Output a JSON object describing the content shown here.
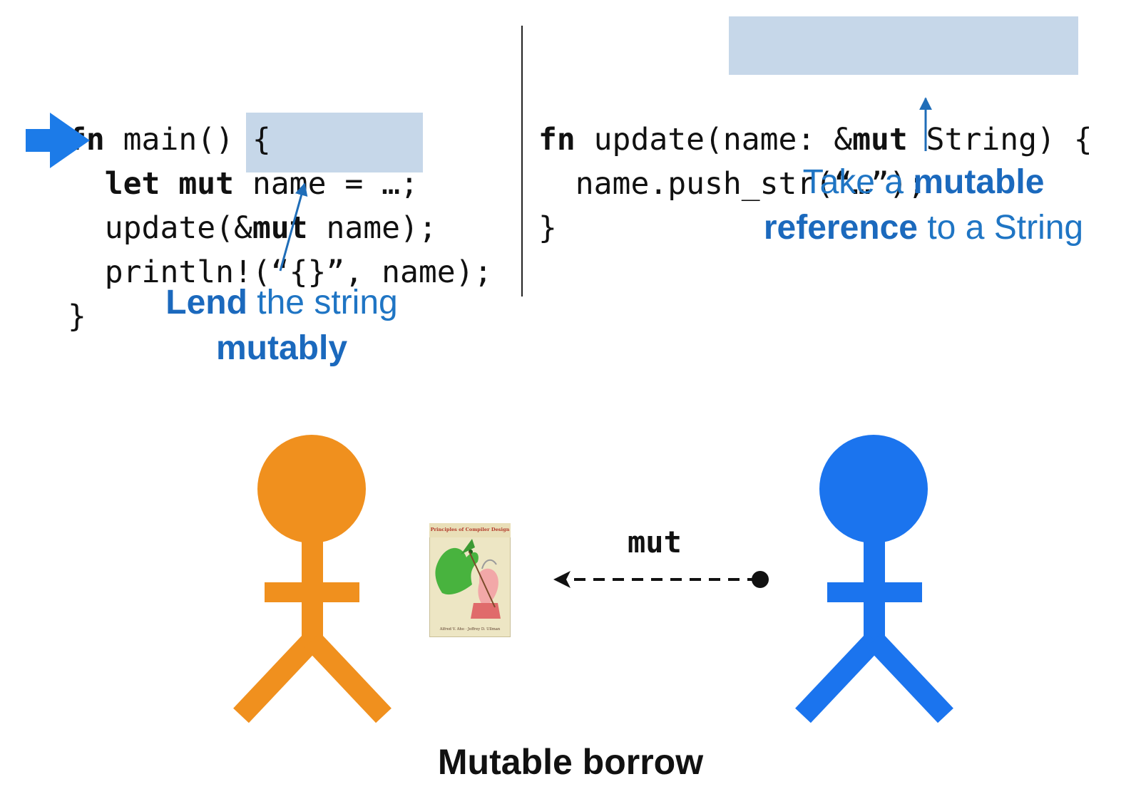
{
  "code_left": {
    "lines": [
      [
        {
          "t": "fn",
          "b": true
        },
        {
          "t": " main() {"
        }
      ],
      [
        {
          "t": "  "
        },
        {
          "t": "let",
          "b": true
        },
        {
          "t": " "
        },
        {
          "t": "mut",
          "b": true
        },
        {
          "t": " name = …;"
        }
      ],
      [
        {
          "t": "  update(&"
        },
        {
          "t": "mut",
          "b": true
        },
        {
          "t": " name);"
        }
      ],
      [
        {
          "t": "  println!(“{}”, name);"
        }
      ],
      [
        {
          "t": "}"
        }
      ]
    ]
  },
  "code_right": {
    "lines": [
      [
        {
          "t": "fn",
          "b": true
        },
        {
          "t": " update(name: &"
        },
        {
          "t": "mut",
          "b": true
        },
        {
          "t": " String) {"
        }
      ],
      [
        {
          "t": "  name.push_str(“…”);"
        }
      ],
      [
        {
          "t": "}"
        }
      ]
    ]
  },
  "callout_lend": {
    "line1_strong": "Lend",
    "line1_rest": " the string",
    "line2_strong": "mutably"
  },
  "callout_take": {
    "line1_rest": "Take a ",
    "line1_strong": "mutable",
    "line2_strong": "reference",
    "line2_rest": " to a String"
  },
  "borrow_label": "mut",
  "caption": "Mutable borrow",
  "book": {
    "title": "Principles of Compiler Design",
    "authors": "Alfred V. Aho · Jeffrey D. Ullman"
  },
  "colors": {
    "highlight": "#c6d7e9",
    "annotation_blue": "#1f75c4",
    "pointer_blue": "#1c7be8",
    "lender_orange": "#f0901e",
    "borrower_blue": "#1b74ee"
  },
  "icons": {
    "pointer": "right-arrow-icon",
    "lender": "stick-figure-orange",
    "borrower": "stick-figure-blue",
    "item": "book-icon"
  }
}
